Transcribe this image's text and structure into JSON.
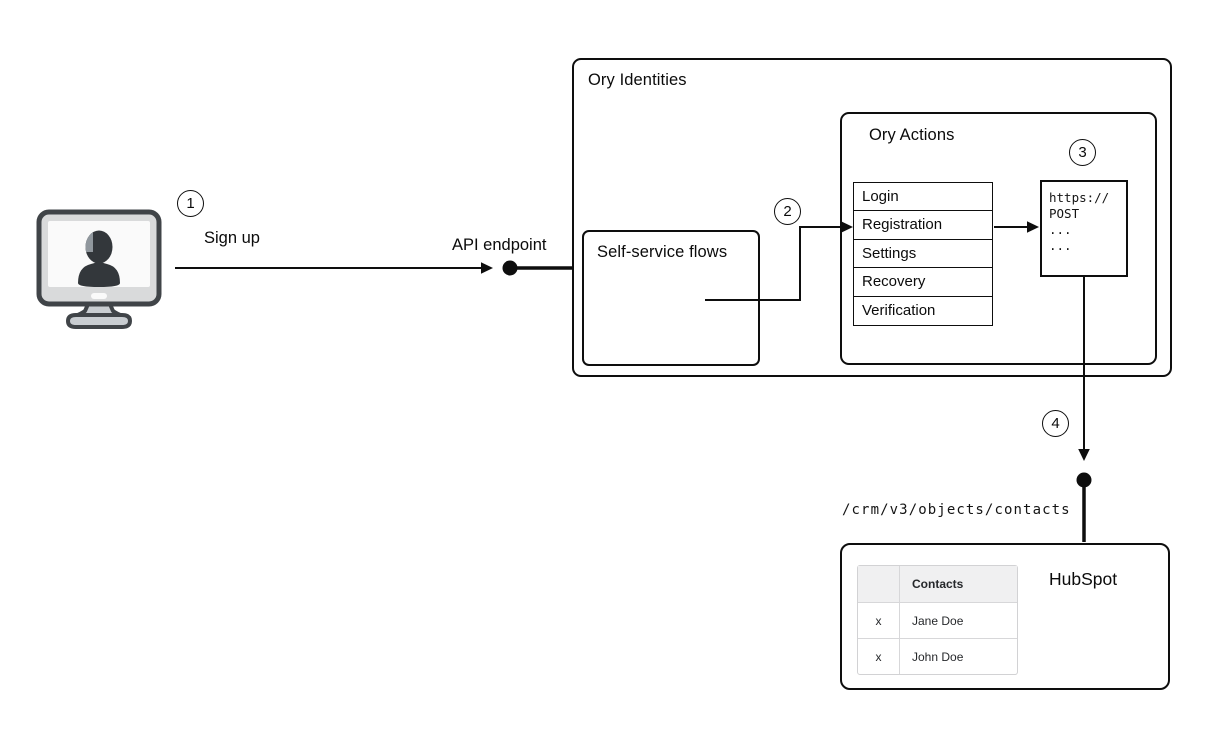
{
  "palette": {
    "line": "#0e0e0e",
    "table_border_light": "#d7d7d9",
    "table_header_bg": "#f0f0f1",
    "monitor_bezel": "#d9dadb",
    "monitor_screen": "#fafafa",
    "monitor_silhouette": "#33373b",
    "monitor_outline": "#404448"
  },
  "steps": {
    "one": "1",
    "two": "2",
    "three": "3",
    "four": "4"
  },
  "labels": {
    "sign_up": "Sign up",
    "api_endpoint": "API endpoint",
    "crm_path": "/crm/v3/objects/contacts"
  },
  "icons": {
    "workstation": "monitor-user-icon"
  },
  "ory_identities": {
    "title": "Ory Identities",
    "self_service": {
      "title": "Self-service flows"
    },
    "ory_actions": {
      "title": "Ory Actions",
      "flows": [
        "Login",
        "Registration",
        "Settings",
        "Recovery",
        "Verification"
      ],
      "webhook_snippet": {
        "lines": [
          "https://",
          "POST",
          "...",
          "..."
        ]
      }
    }
  },
  "hubspot": {
    "title": "HubSpot",
    "contacts_table": {
      "header": "Contacts",
      "rows": [
        {
          "action": "x",
          "name": "Jane Doe"
        },
        {
          "action": "x",
          "name": "John Doe"
        }
      ]
    }
  }
}
